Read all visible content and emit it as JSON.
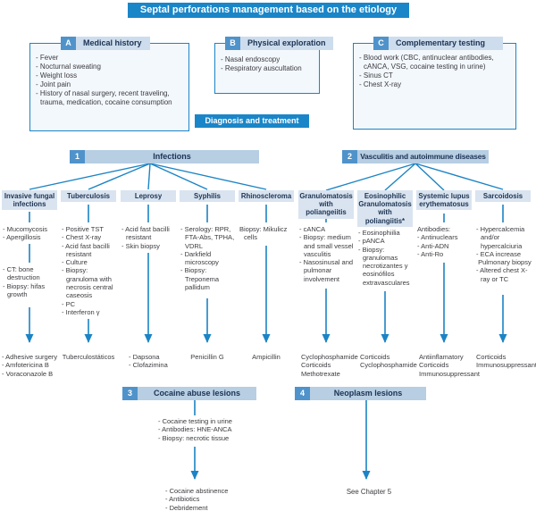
{
  "title": "Septal perforations management based on the etiology",
  "diagnosis_label": "Diagnosis and treatment",
  "colors": {
    "accent_blue": "#1a86c8",
    "line_blue": "#1b84c5",
    "band_light": "#b7cee3",
    "header_fill": "#d9e4f0",
    "box_fill": "#f3f8fc",
    "navy_text": "#1c3252"
  },
  "top_boxes": [
    {
      "letter": "A",
      "title": "Medical history",
      "items": [
        "- Fever",
        "- Nocturnal sweating",
        "- Weight loss",
        "- Joint pain",
        "- History of nasal surgery, recent traveling, trauma, medication, cocaine consumption"
      ]
    },
    {
      "letter": "B",
      "title": "Physical exploration",
      "items": [
        "- Nasal endoscopy",
        "- Respiratory auscultation"
      ]
    },
    {
      "letter": "C",
      "title": "Complementary testing",
      "items": [
        "- Blood work (CBC, antinuclear antibodies, cANCA, VSG, cocaine testing in urine)",
        "- Sinus CT",
        "- Chest X-ray"
      ]
    }
  ],
  "sections": [
    {
      "number": "1",
      "title": "Infections"
    },
    {
      "number": "2",
      "title": "Vasculitis and autoimmune diseases"
    },
    {
      "number": "3",
      "title": "Cocaine abuse lesions",
      "diagnostics": [
        "- Cocaine testing in urine",
        "- Antibodies: HNE-ANCA",
        "- Biopsy: necrotic tissue"
      ],
      "treatments": [
        "- Cocaine abstinence",
        "- Antibiotics",
        "- Debridement"
      ]
    },
    {
      "number": "4",
      "title": "Neoplasm lesions",
      "treatments": [
        "See Chapter 5"
      ]
    }
  ],
  "columns": [
    {
      "header": "Invasive fungal infections",
      "diagnostics_1": [
        "- Mucomycosis",
        "- Apergillosis"
      ],
      "diagnostics_2": [
        "- CT: bone destruction",
        "- Biopsy: hifas growth"
      ],
      "treatments": [
        "- Adhesive surgery",
        "- Amfotericina B",
        "- Voraconazole B"
      ]
    },
    {
      "header": "Tuberculosis",
      "diagnostics_1": [
        "- Positive TST",
        "- Chest X-ray",
        "- Acid fast bacilli resistant",
        "- Culture",
        "- Biopsy: granuloma with necrosis central caseosis",
        "- PC",
        "- Interferon γ"
      ],
      "treatments": [
        "Tuberculostáticos"
      ]
    },
    {
      "header": "Leprosy",
      "diagnostics_1": [
        "- Acid fast bacilli resistant",
        "- Skin biopsy"
      ],
      "treatments": [
        "- Dapsona",
        "- Clofazimina"
      ]
    },
    {
      "header": "Syphilis",
      "diagnostics_1": [
        "- Serology: RPR, FTA-Abs, TPHA, VDRL",
        "- Darkfield microscopy",
        "- Biopsy: Treponema pallidum"
      ],
      "treatments": [
        "Penicillin G"
      ]
    },
    {
      "header": "Rhinoscleroma",
      "diagnostics_1": [
        "Biopsy: Mikulicz cells"
      ],
      "treatments": [
        "Ampicillin"
      ]
    },
    {
      "header": "Granulomatosis with poliangeiitis",
      "diagnostics_1": [
        "- cANCA",
        "- Biopsy: medium and small vessel vasculitis",
        "- Nasosinusal and pulmonar involvement"
      ],
      "treatments": [
        "Cyclophosphamide",
        "Corticoids",
        "Methotrexate"
      ]
    },
    {
      "header": "Eosinophilic Granulomatosis with poliangiitis*",
      "diagnostics_1": [
        "- Eosinophiilia",
        "- pANCA",
        "- Biopsy: granulomas necrotizantes y eosinófilos extravasculares"
      ],
      "treatments": [
        "Corticoids",
        "Cyclophosphamide"
      ]
    },
    {
      "header": "Systemic lupus erythematosus",
      "diagnostics_1": [
        "Antibodies:",
        "- Antinuclears",
        "- Anti-ADN",
        "- Anti-Ro"
      ],
      "treatments": [
        "Antiinflamatory",
        "Corticoids",
        "Immunosuppressant"
      ]
    },
    {
      "header": "Sarcoidosis",
      "diagnostics_1": [
        "- Hypercalcemia and/or hypercalciuria",
        "- ECA increase",
        " Pulmonary biopsy",
        "- Altered chest X-ray or TC"
      ],
      "treatments": [
        "Corticoids",
        "Immunosuppressant"
      ]
    }
  ]
}
